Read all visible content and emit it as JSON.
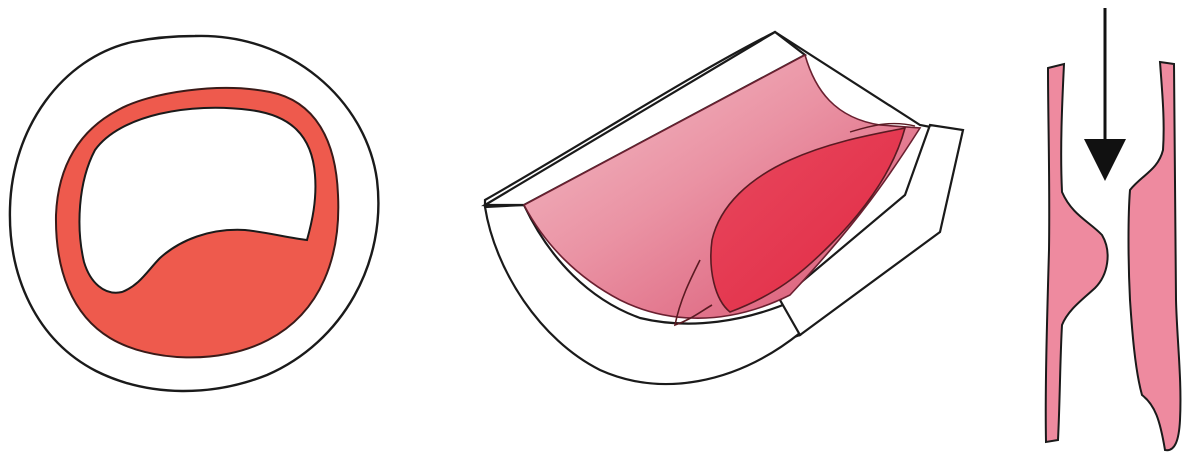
{
  "colors": {
    "background": "#ffffff",
    "outline": "#1a1a1a",
    "vessel_wall": "#ffffff",
    "plaque_red": "#ee5a4d",
    "lining_pink": "#e9899a",
    "lining_pink_light": "#f2b5bf",
    "plaque_deep_red": "#e33a4f",
    "side_view_pink": "#ee8a9f"
  },
  "figures": [
    {
      "name": "vessel-cross-section"
    },
    {
      "name": "vessel-cutaway-3d"
    },
    {
      "name": "vessel-longitudinal-section"
    }
  ],
  "icons": [
    "arrow-down-icon"
  ]
}
